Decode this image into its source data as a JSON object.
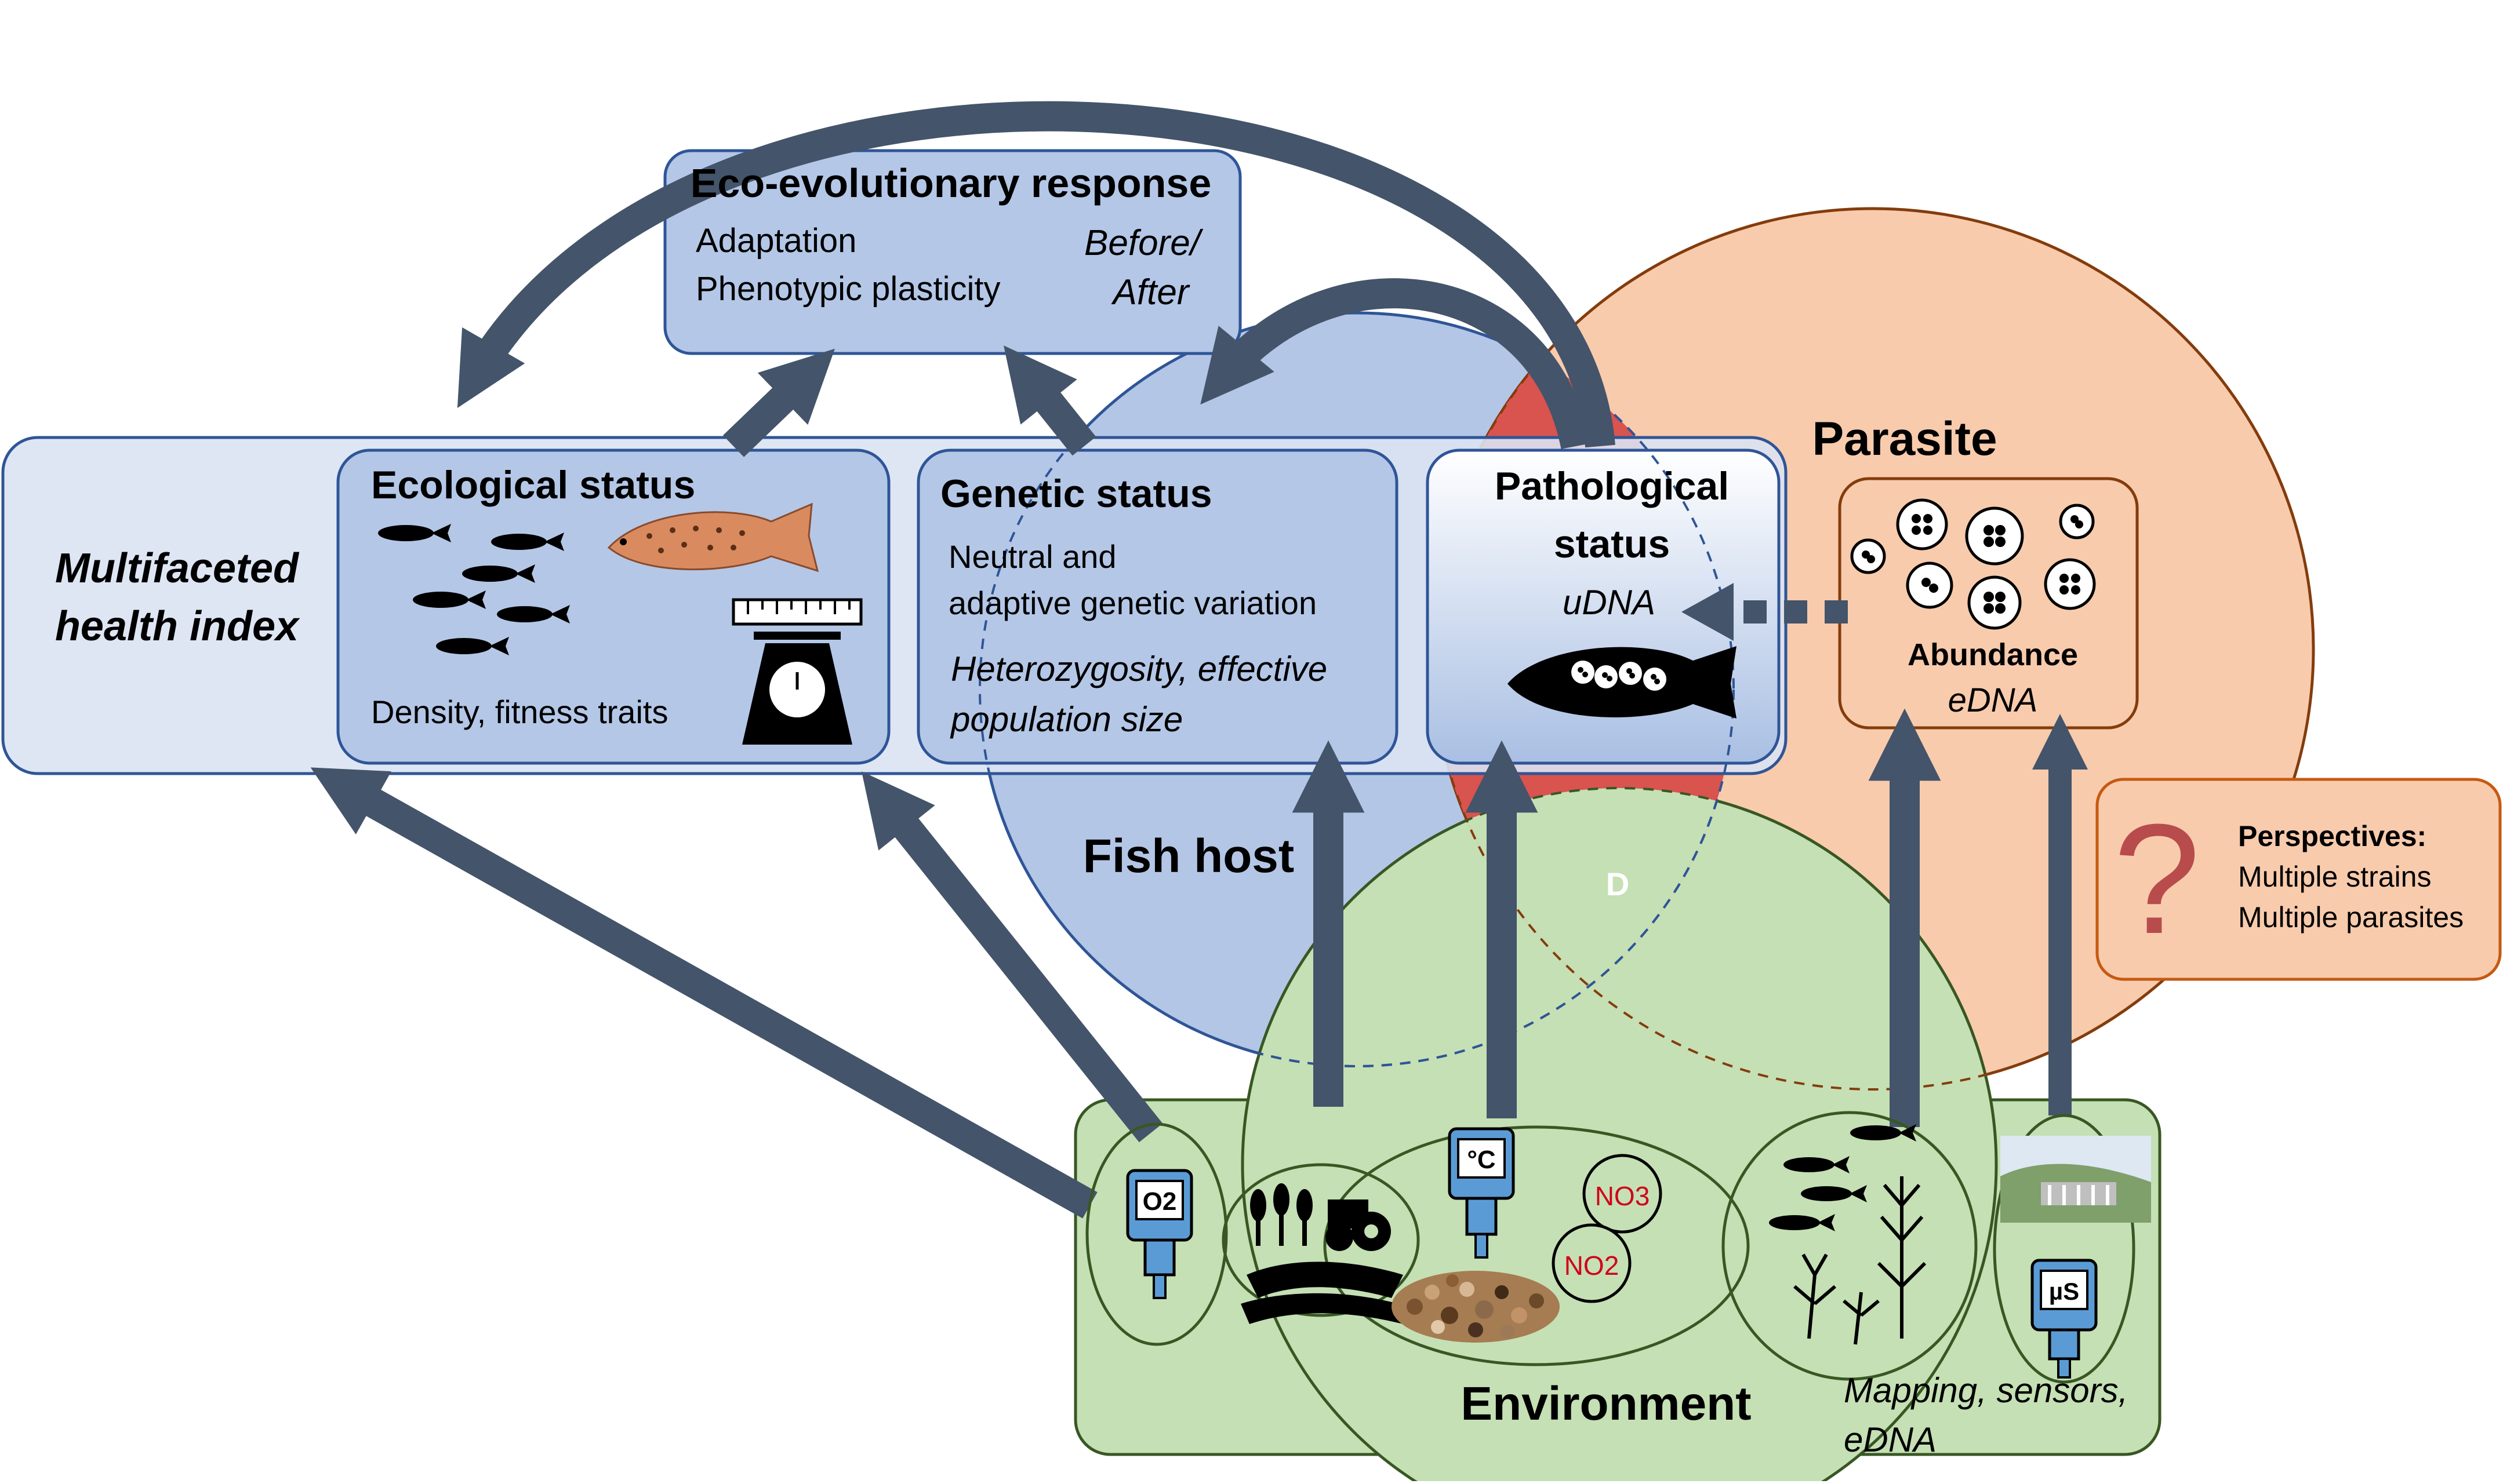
{
  "eco_evo": {
    "title": "Eco-evolutionary response",
    "items": [
      "Adaptation",
      "Phenotypic plasticity"
    ],
    "before_after": [
      "Before/",
      "After"
    ]
  },
  "health_index": {
    "line1": "Multifaceted",
    "line2": "health index"
  },
  "ecological": {
    "title": "Ecological status",
    "caption": "Density, fitness traits"
  },
  "genetic": {
    "title": "Genetic status",
    "desc_line1": "Neutral and",
    "desc_line2": "adaptive genetic variation",
    "metric_line1": "Heterozygosity, effective",
    "metric_line2": "population size"
  },
  "pathological": {
    "title_line1": "Pathological",
    "title_line2": "status",
    "method": "uDNA"
  },
  "parasite": {
    "title": "Parasite",
    "abundance": "Abundance",
    "method": "eDNA"
  },
  "fish_host": {
    "label": "Fish host"
  },
  "disease": {
    "label": "D"
  },
  "perspectives": {
    "title": "Perspectives:",
    "items": [
      "Multiple strains",
      "Multiple parasites"
    ],
    "symbol": "?"
  },
  "environment": {
    "label": "Environment",
    "methods_line1": "Mapping, sensors,",
    "methods_line2": "eDNA",
    "sensor_o2": "O2",
    "sensor_temp": "°C",
    "sensor_us": "µS",
    "no3": "NO3",
    "no2": "NO2"
  },
  "colors": {
    "blue_circle": "#b3c6e6",
    "blue_panel": "#dae3f3",
    "blue_box": "#b4c7e7",
    "orange_circle": "#f8cbad",
    "green_box": "#c5e0b4",
    "disease_red": "#d9534f",
    "arrow": "#44546a",
    "sensor_blue": "#5b9bd5"
  }
}
